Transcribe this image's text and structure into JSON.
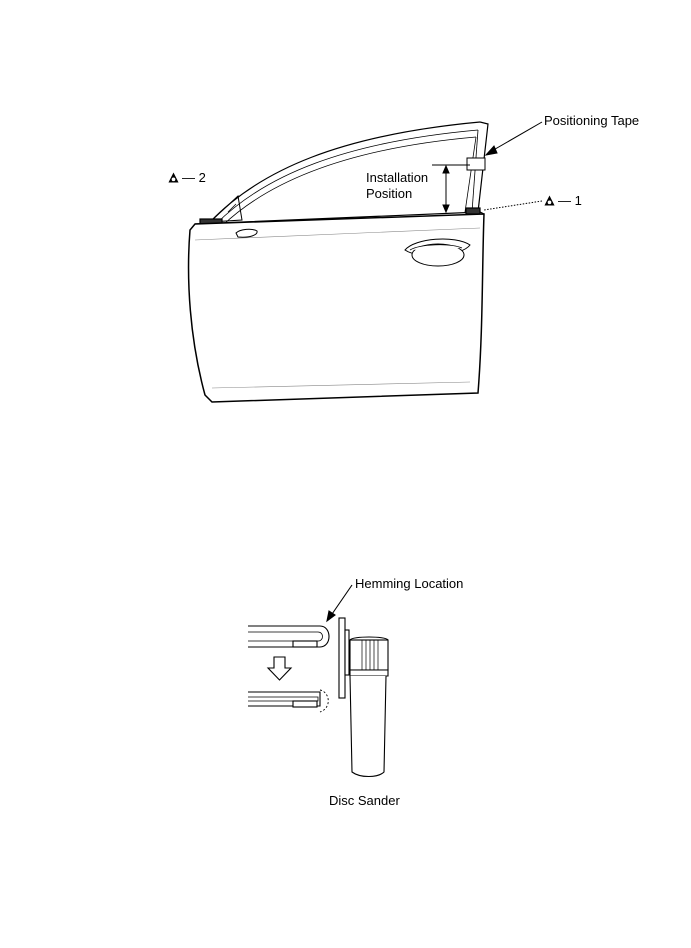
{
  "figure1": {
    "positioning_tape_label": "Positioning Tape",
    "installation_position_line1": "Installation",
    "installation_position_line2": "Position",
    "callout_1": {
      "icon": "adhesive-triangle-icon",
      "text": "— 1"
    },
    "callout_2": {
      "icon": "adhesive-triangle-icon",
      "text": "— 2"
    }
  },
  "figure2": {
    "hemming_location_label": "Hemming Location",
    "disc_sander_label": "Disc Sander"
  },
  "colors": {
    "line": "#000000",
    "background": "#ffffff"
  }
}
